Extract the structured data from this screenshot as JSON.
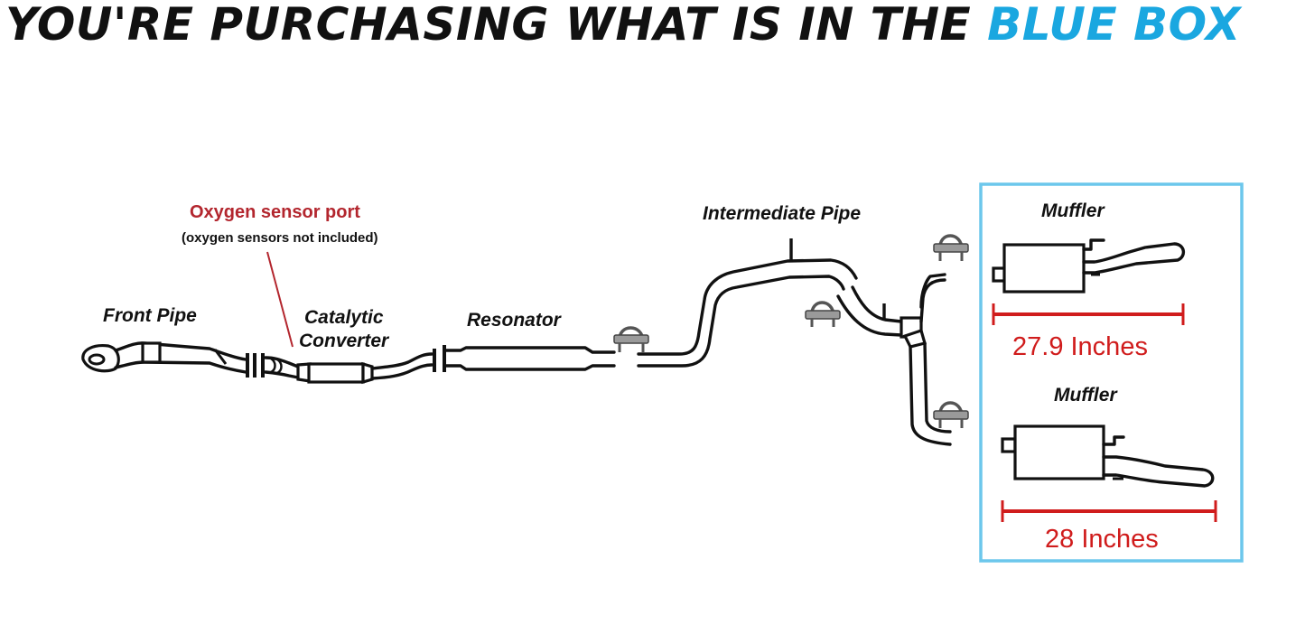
{
  "headline": {
    "text_main": "YOU'RE PURCHASING WHAT IS IN THE",
    "text_accent": "BLUE BOX",
    "accent_color": "#1aa7e0"
  },
  "labels": {
    "front_pipe": "Front Pipe",
    "oxygen_port": "Oxygen sensor port",
    "oxygen_note": "(oxygen sensors not included)",
    "catalytic_line1": "Catalytic",
    "catalytic_line2": "Converter",
    "resonator": "Resonator",
    "intermediate_pipe": "Intermediate Pipe"
  },
  "blue_box": {
    "border_color": "#6cc7ec",
    "muffler_top": {
      "title": "Muffler",
      "measurement": "27.9 Inches"
    },
    "muffler_bottom": {
      "title": "Muffler",
      "measurement": "28 Inches"
    }
  },
  "colors": {
    "oxygen_text": "#b3262e",
    "measurement": "#d01c1c"
  }
}
